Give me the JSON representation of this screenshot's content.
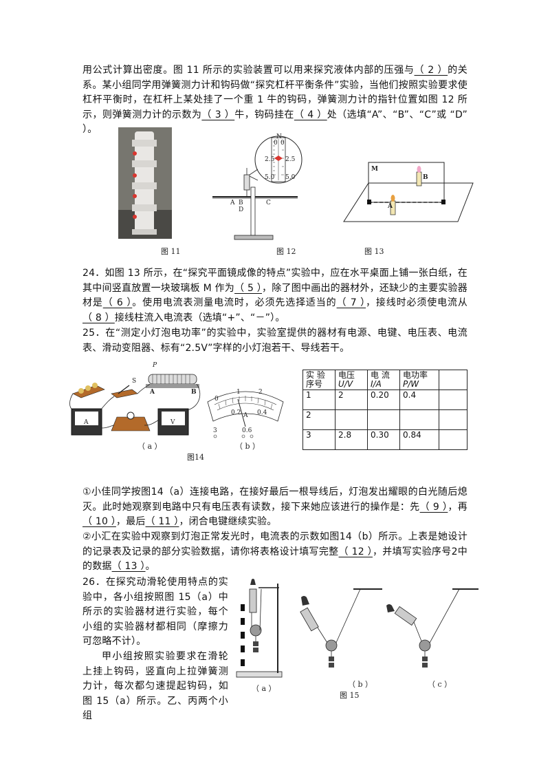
{
  "q23": {
    "t1": "用公式计算出密度。图 11 所示的实验装置可以用来探究液体内部的压强与",
    "b2": "（ 2 ）",
    "t2": "的关系。某小组同学用弹簧测力计和钩码做“探究杠杆平衡条件”实验，当他们按照实验要求使杠杆平衡时，在杠杆上某处挂了一个重 1 牛的钩码，弹簧测力计的指针位置如图 12 所示，则弹簧测力计的示数为",
    "b3": "（ 3 ）",
    "t3": "牛，钩码挂在",
    "b4": "（ 4 ）",
    "t4": "处（选填“A”、“B”、“C”或 “D” ）。"
  },
  "figures": {
    "fig11_caption": "图 11",
    "fig12_caption": "图 12",
    "fig13_caption": "图 13",
    "fig12_labels": {
      "n": "N",
      "s0": "0",
      "s25": "2.5",
      "s50": "5.0",
      "a": "A",
      "b": "B",
      "c": "C",
      "d": "D"
    },
    "fig13_labels": {
      "m": "M",
      "a": "A",
      "b": "B"
    },
    "fig14_caption": "图14",
    "fig14a": "（ a ）",
    "fig14b": "（ b ）",
    "fig14_labels": {
      "p": "P",
      "s": "S",
      "a": "A",
      "b": "B",
      "meter_a": "A",
      "meter_v": "V",
      "ma": "A",
      "m0": "0",
      "m1": "1",
      "m2": "2",
      "m02": "0.2",
      "m04": "0.4",
      "t3": "3",
      "t06": "0.6"
    },
    "fig15_caption": "图 15",
    "fig15a": "（ a ）",
    "fig15b": "（ b ）",
    "fig15c": "（ c ）"
  },
  "q24": {
    "t1": "24．如图 13 所示，在“探究平面镜成像的特点”实验中，应在水平桌面上铺一张白纸，在其中间竖直放置一块玻璃板 M 作为",
    "b5": "（ 5 ）",
    "t2": "，除了图中画出的器材外，还缺少的主要实验器材是",
    "b6": "（ 6 ）",
    "t3": "。使用电流表测量电流时，必须先选择适当的",
    "b7": "（ 7 ）",
    "t4": "，接线时必须使电流从",
    "b8": "（ 8 ）",
    "t5": "接线柱流入电流表（选填“+”、“－”）。"
  },
  "q25": {
    "t1": "25．在“测定小灯泡电功率”的实验中，实验室提供的器材有电源、电键、电压表、电流表、滑动变阻器、标有“2.5V”字样的小灯泡若干、导线若干。"
  },
  "table": {
    "headers": [
      "实验序号",
      "电压U/V",
      "电 流I/A",
      "电功率P/W",
      ""
    ],
    "h0a": "实 验",
    "h0b": "序号",
    "h1a": "电压",
    "h1b": "U/V",
    "h2a": "电 流",
    "h2b": "I/A",
    "h3a": "电功率",
    "h3b": "P/W",
    "rows": [
      [
        "1",
        "2",
        "0.20",
        "0.4",
        ""
      ],
      [
        "2",
        "",
        "",
        "",
        ""
      ],
      [
        "3",
        "2.8",
        "0.30",
        "0.84",
        ""
      ]
    ]
  },
  "q25_1": {
    "t1": "①小佳同学按图14（a）连接电路，在接好最后一根导线后，灯泡发出耀眼的白光随后熄灭。此时她观察到电路中只有电压表有读数，接下来她应该进行的操作是：先",
    "b9": "（ 9 ）",
    "t2": "，再",
    "b10": "（ 10 ）",
    "t3": "，最后",
    "b11": "（ 11 ）",
    "t4": "，闭合电键继续实验。"
  },
  "q25_2": {
    "t1": "②小汇在实验中观察到灯泡正常发光时，电流表的示数如图14（b）所示。上表是她设计的记录表及记录的部分实验数据，请你将表格设计填写完整",
    "b12": "（ 12 ）",
    "t2": "，并填写实验序号2中的数据",
    "b13": "（ 13 ）",
    "t3": "。"
  },
  "q26": {
    "t1": "26．在探究动滑轮使用特点的实验中，各小组按照图 15（a）中所示的实验器材进行实验，每个小组的实验器材都相同（摩擦力可忽略不计）。",
    "t2": "甲小组按照实验要求在滑轮上挂上钩码，竖直向上拉弹簧测力计，每次都匀速提起钩码，如图 15（a）所示。乙、丙两个小组"
  }
}
